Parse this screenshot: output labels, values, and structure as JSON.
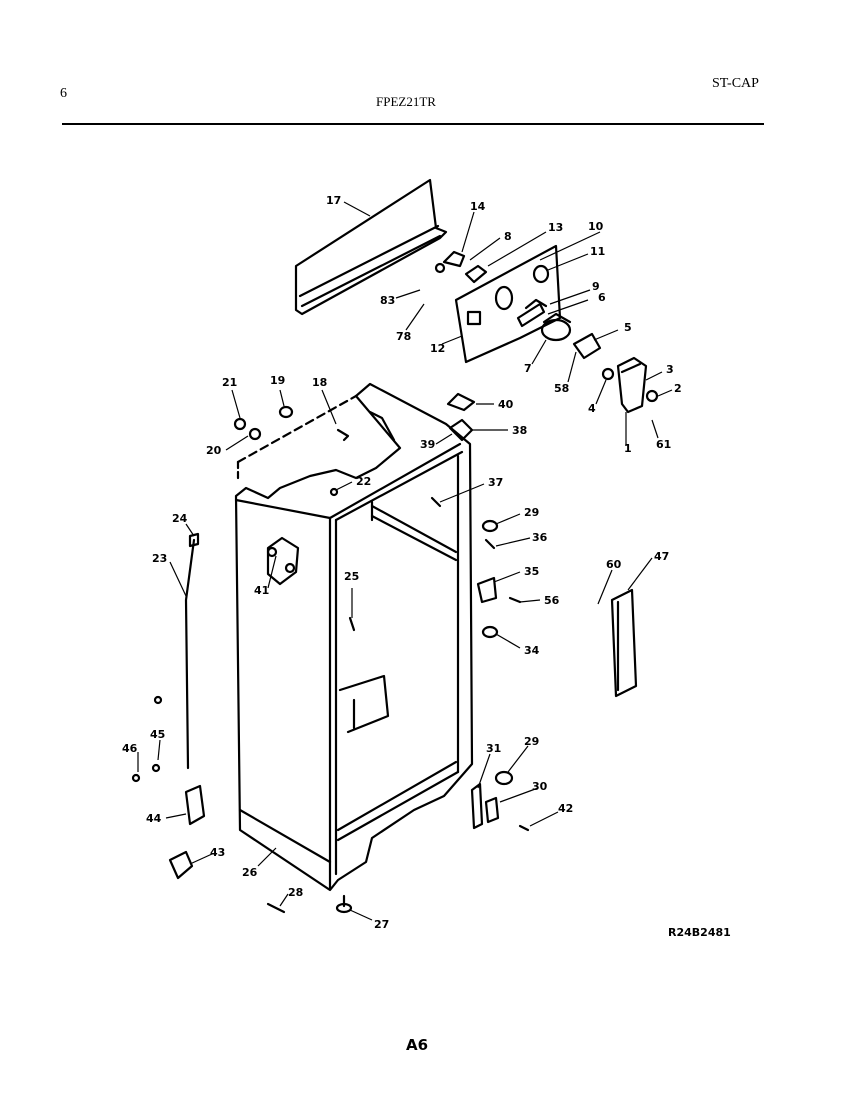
{
  "header": {
    "page_number": "6",
    "model": "FPEZ21TR",
    "section": "ST-CAP"
  },
  "reference_code": "R24B2481",
  "page_code": "A6",
  "labels": [
    "17",
    "14",
    "8",
    "13",
    "10",
    "11",
    "9",
    "6",
    "5",
    "83",
    "78",
    "12",
    "7",
    "58",
    "3",
    "4",
    "2",
    "61",
    "1",
    "21",
    "19",
    "18",
    "40",
    "38",
    "39",
    "20",
    "22",
    "37",
    "29",
    "36",
    "35",
    "56",
    "34",
    "24",
    "23",
    "41",
    "25",
    "60",
    "47",
    "46",
    "45",
    "31",
    "29",
    "30",
    "42",
    "44",
    "43",
    "26",
    "28",
    "27"
  ]
}
